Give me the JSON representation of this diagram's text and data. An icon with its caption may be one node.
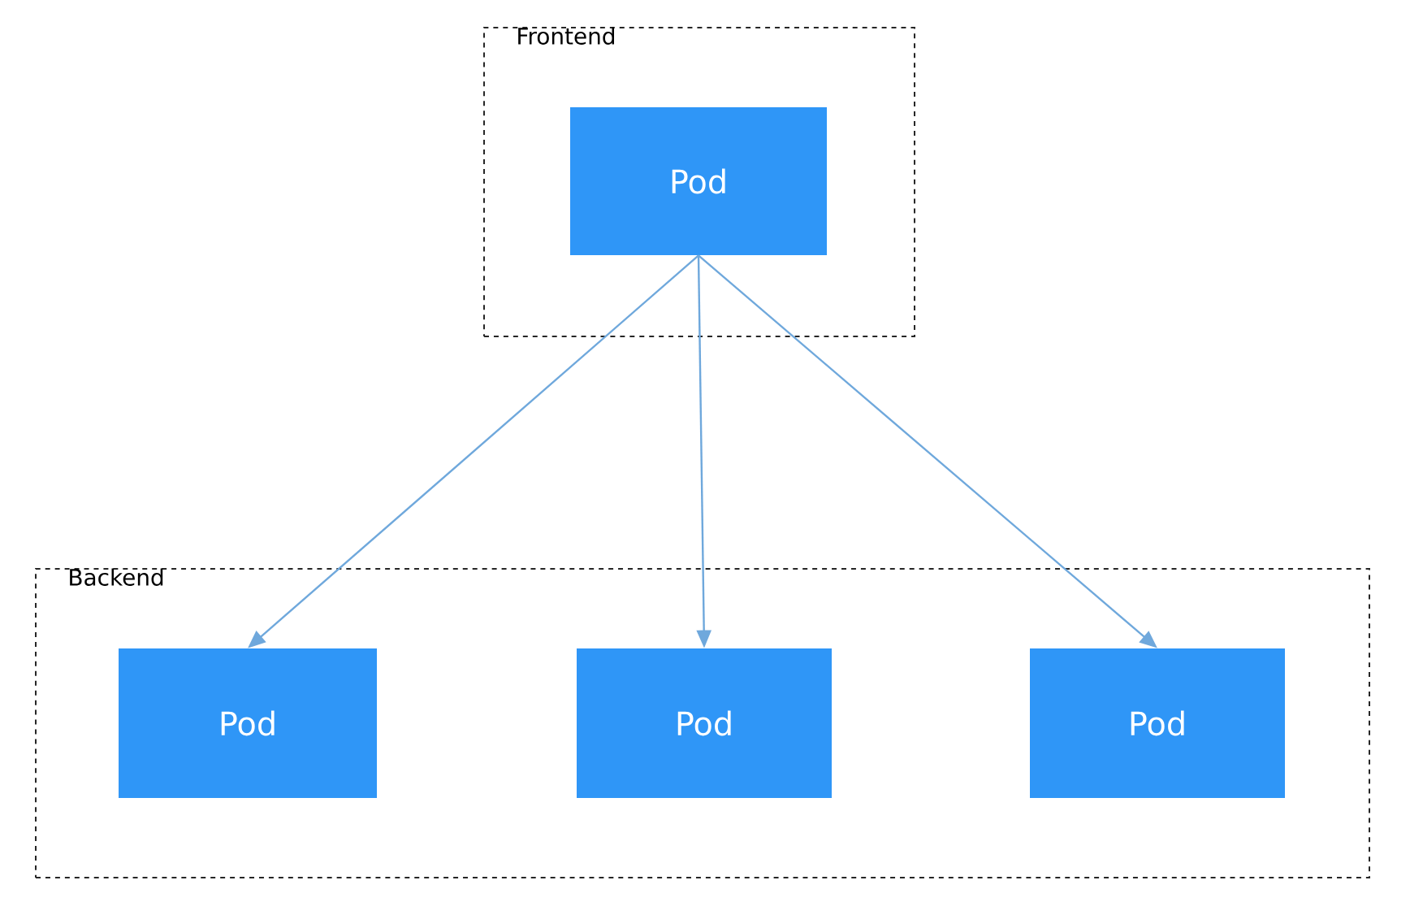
{
  "diagram": {
    "nodes": [
      {
        "text": [
          "Frontend"
        ]
      },
      {
        "text": [
          "Pod"
        ],
        "in": 0
      },
      {
        "text": [
          "Backend"
        ]
      },
      {
        "text": [
          "Pod"
        ],
        "in": 2
      },
      {
        "text": [
          "Pod"
        ],
        "in": 2
      },
      {
        "text": [
          "Pod"
        ],
        "in": 2
      }
    ],
    "edges": [
      {
        "from": 1,
        "to": 3,
        "arrow": "to"
      },
      {
        "from": 1,
        "to": 4,
        "arrow": "to"
      },
      {
        "from": 1,
        "to": 5,
        "arrow": "to"
      }
    ]
  }
}
